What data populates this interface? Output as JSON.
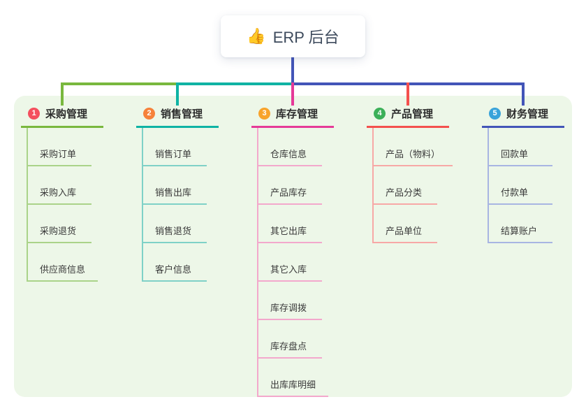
{
  "root": {
    "label": "ERP 后台",
    "icon": "👍",
    "icon_name": "thumbs-up-icon",
    "line_color": "#4355b8"
  },
  "panel": {
    "background": "#edf7e8"
  },
  "branches": [
    {
      "badge": "1",
      "label": "采购管理",
      "badge_color": "#f44f5e",
      "line_color": "#79b83e",
      "item_line_color": "#aad389",
      "items": [
        "采购订单",
        "采购入库",
        "采购退货",
        "供应商信息"
      ]
    },
    {
      "badge": "2",
      "label": "销售管理",
      "badge_color": "#f6813a",
      "line_color": "#0fb3a4",
      "item_line_color": "#7fd1c7",
      "items": [
        "销售订单",
        "销售出库",
        "销售退货",
        "客户信息"
      ]
    },
    {
      "badge": "3",
      "label": "库存管理",
      "badge_color": "#f8a32b",
      "line_color": "#e53a98",
      "item_line_color": "#f3a8cc",
      "items": [
        "仓库信息",
        "产品库存",
        "其它出库",
        "其它入库",
        "库存调拨",
        "库存盘点",
        "出库库明细"
      ]
    },
    {
      "badge": "4",
      "label": "产品管理",
      "badge_color": "#3bb058",
      "line_color": "#f4504e",
      "item_line_color": "#f7a8a6",
      "items": [
        "产品（物料）",
        "产品分类",
        "产品单位"
      ]
    },
    {
      "badge": "5",
      "label": "财务管理",
      "badge_color": "#39a3da",
      "line_color": "#4355b8",
      "item_line_color": "#a8b5e2",
      "items": [
        "回款单",
        "付款单",
        "结算账户"
      ]
    }
  ]
}
